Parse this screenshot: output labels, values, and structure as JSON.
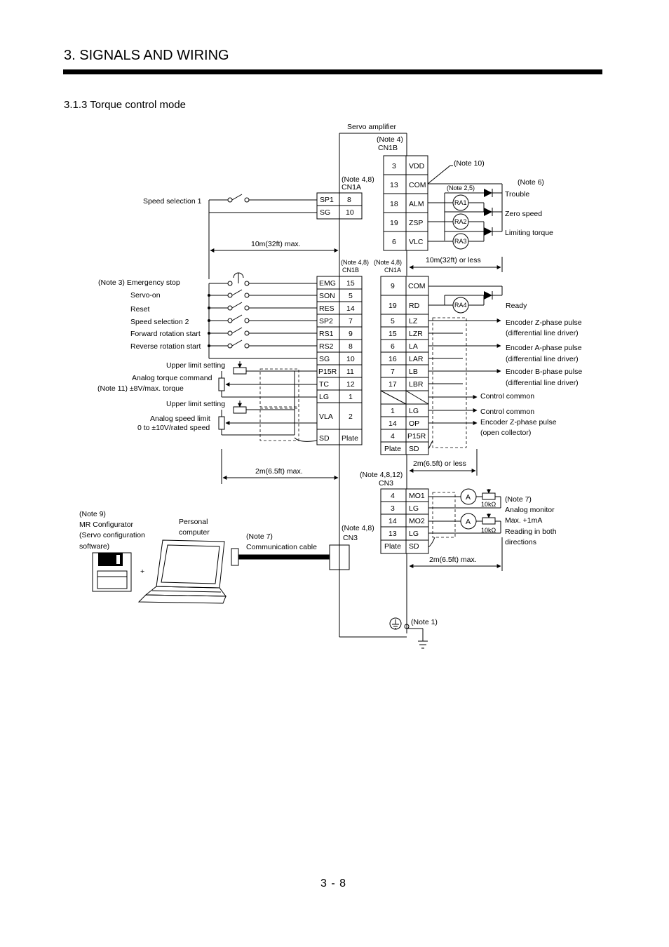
{
  "header": {
    "title": "3. SIGNALS AND WIRING",
    "section": "3.1.3 Torque control mode",
    "page_number": "3 - 8"
  },
  "amp": {
    "label": "Servo amplifier"
  },
  "cn1a_top": {
    "header": "CN1A",
    "note": "(Note 4,8)",
    "pins": [
      {
        "sig": "SP1",
        "num": "8"
      },
      {
        "sig": "SG",
        "num": "10"
      }
    ],
    "inputs": [
      "Speed selection 1"
    ]
  },
  "cn1b_top": {
    "header": "CN1B",
    "note": "(Note 4)",
    "pins": [
      {
        "num": "3",
        "sig": "VDD"
      },
      {
        "num": "13",
        "sig": "COM"
      },
      {
        "num": "18",
        "sig": "ALM"
      },
      {
        "num": "19",
        "sig": "ZSP"
      },
      {
        "num": "6",
        "sig": "VLC"
      }
    ],
    "note10": "(Note 10)",
    "note25": "(Note 2,5)",
    "note6": "(Note 6)",
    "relays": [
      "RA1",
      "RA2",
      "RA3"
    ],
    "outputs": [
      "Trouble",
      "Zero speed",
      "Limiting torque"
    ],
    "dist": "10m(32ft) or less"
  },
  "left_dist": "10m(32ft) max.",
  "cn1b_mid": {
    "header": "CN1B",
    "note": "(Note 4,8)",
    "pins": [
      {
        "sig": "EMG",
        "num": "15"
      },
      {
        "sig": "SON",
        "num": "5"
      },
      {
        "sig": "RES",
        "num": "14"
      },
      {
        "sig": "SP2",
        "num": "7"
      },
      {
        "sig": "RS1",
        "num": "9"
      },
      {
        "sig": "RS2",
        "num": "8"
      },
      {
        "sig": "SG",
        "num": "10"
      },
      {
        "sig": "P15R",
        "num": "11"
      },
      {
        "sig": "TC",
        "num": "12"
      },
      {
        "sig": "LG",
        "num": "1"
      },
      {
        "sig": "VLA",
        "num": "2"
      },
      {
        "sig": "SD",
        "num": "Plate"
      }
    ],
    "inputs": [
      "(Note 3) Emergency stop",
      "Servo-on",
      "Reset",
      "Speed selection 2",
      "Forward rotation start",
      "Reverse rotation start"
    ],
    "upper1": "Upper limit setting",
    "torque_cmd": "Analog torque command",
    "torque_note": "(Note 11) ±8V/max. torque",
    "upper2": "Upper limit setting",
    "speed_lim": "Analog speed limit",
    "speed_range": "0 to ±10V/rated speed",
    "dist": "2m(6.5ft) max."
  },
  "cn1a_mid": {
    "header": "CN1A",
    "note": "(Note 4,8)",
    "pins": [
      {
        "num": "9",
        "sig": "COM"
      },
      {
        "num": "19",
        "sig": "RD"
      },
      {
        "num": "5",
        "sig": "LZ"
      },
      {
        "num": "15",
        "sig": "LZR"
      },
      {
        "num": "6",
        "sig": "LA"
      },
      {
        "num": "16",
        "sig": "LAR"
      },
      {
        "num": "7",
        "sig": "LB"
      },
      {
        "num": "17",
        "sig": "LBR"
      },
      {
        "num": "1",
        "sig": "LG"
      },
      {
        "num": "14",
        "sig": "OP"
      },
      {
        "num": "4",
        "sig": "P15R"
      },
      {
        "num": "Plate",
        "sig": "SD"
      }
    ],
    "relay": "RA4",
    "ready": "Ready",
    "outputs": [
      "Encoder Z-phase pulse",
      "(differential line driver)",
      "Encoder A-phase pulse",
      "(differential line driver)",
      "Encoder B-phase pulse",
      "(differential line driver)",
      "Control common",
      "Control common",
      "Encoder Z-phase pulse",
      "(open collector)"
    ],
    "dist": "2m(6.5ft) or less"
  },
  "cn3_right": {
    "header": "CN3",
    "note": "(Note 4,8,12)",
    "pins": [
      {
        "num": "4",
        "sig": "MO1"
      },
      {
        "num": "3",
        "sig": "LG"
      },
      {
        "num": "14",
        "sig": "MO2"
      },
      {
        "num": "13",
        "sig": "LG"
      },
      {
        "num": "Plate",
        "sig": "SD"
      }
    ],
    "meter": "A",
    "res": "10kΩ",
    "notes": [
      "(Note 7)",
      "Analog monitor",
      "Max. +1mA",
      "Reading in both",
      "directions"
    ],
    "dist": "2m(6.5ft) max."
  },
  "pc": {
    "note9": [
      "(Note 9)",
      "MR Configurator",
      "(Servo configuration",
      "software)"
    ],
    "computer": [
      "Personal",
      "computer"
    ],
    "plus": "+",
    "cable": [
      "(Note 7)",
      "Communication cable"
    ],
    "cn3": "CN3",
    "cn3_note": "(Note 4,8)"
  },
  "ground_note": "(Note 1)"
}
